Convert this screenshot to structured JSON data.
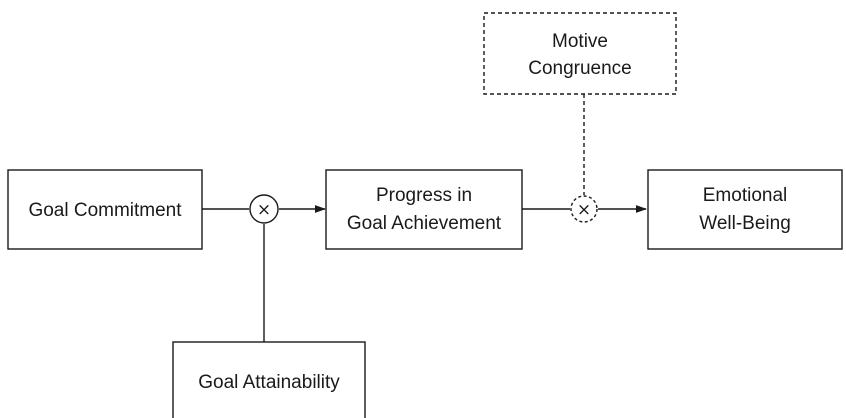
{
  "nodes": {
    "goal_commitment": {
      "lines": [
        "Goal Commitment"
      ]
    },
    "goal_attainability": {
      "lines": [
        "Goal Attainability"
      ]
    },
    "progress": {
      "lines": [
        "Progress in",
        "Goal Achievement"
      ]
    },
    "motive_congruence": {
      "lines": [
        "Motive",
        "Congruence"
      ]
    },
    "emotional_wellbeing": {
      "lines": [
        "Emotional",
        "Well-Being"
      ]
    }
  },
  "operators": {
    "interaction_1": {
      "symbol": "×"
    },
    "interaction_2": {
      "symbol": "×"
    }
  },
  "colors": {
    "stroke": "#1a1a1a",
    "background": "#ffffff"
  }
}
